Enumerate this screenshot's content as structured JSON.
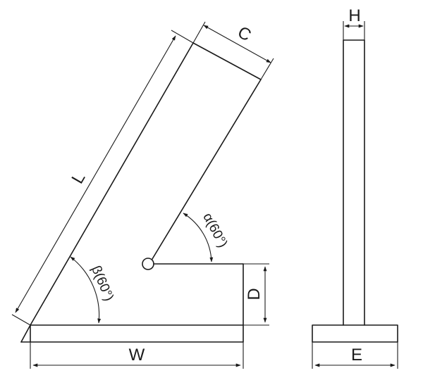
{
  "labels": {
    "length": "L",
    "width_c": "C",
    "height_h": "H",
    "base_w": "W",
    "depth_d": "D",
    "base_e": "E",
    "alpha": "α(60°)",
    "beta": "β(60°)"
  }
}
